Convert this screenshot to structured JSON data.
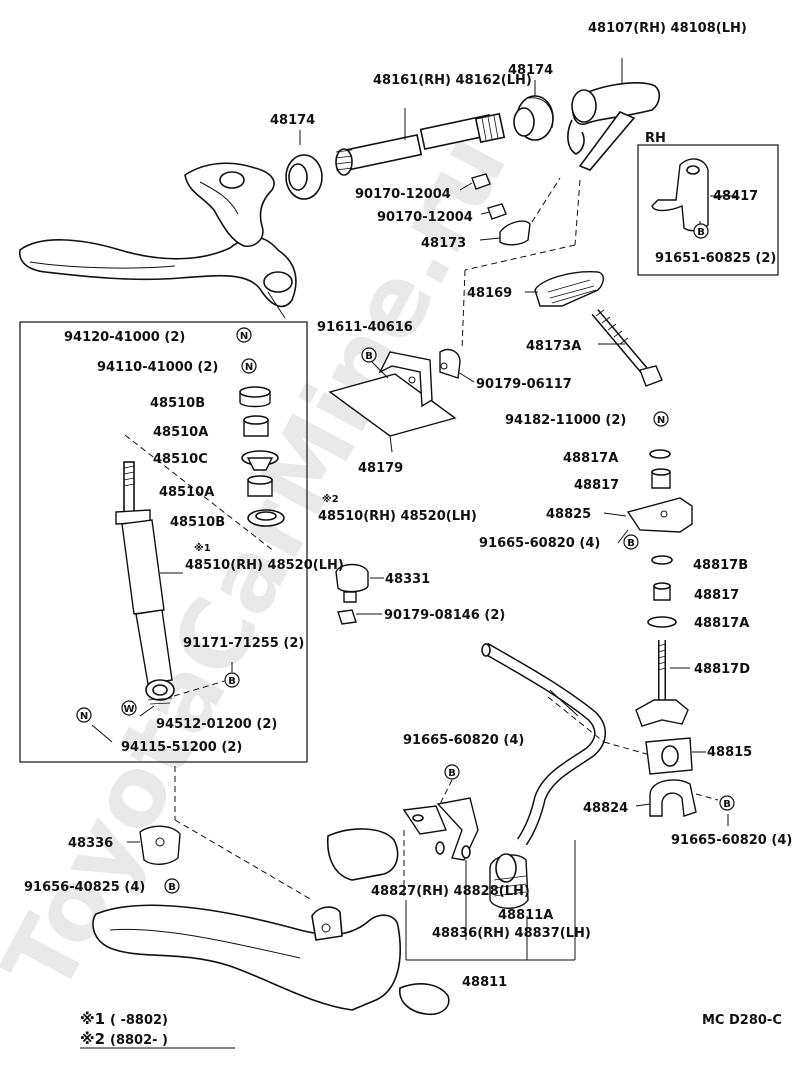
{
  "watermark": "ToyotaCarMine.ru",
  "diagram_code": "MC D280-C",
  "rh_box_title": "RH",
  "labels": {
    "p48107_48108": "48107(RH) 48108(LH)",
    "p48161_48162": "48161(RH) 48162(LH)",
    "p48174_a": "48174",
    "p48174_b": "48174",
    "p90170_a": "90170-12004",
    "p90170_b": "90170-12004",
    "p48173": "48173",
    "p48417": "48417",
    "p91651": "91651-60825 (2)",
    "p48169": "48169",
    "p48173A": "48173A",
    "p91611": "91611-40616",
    "p90179_06117": "90179-06117",
    "p94182": "94182-11000 (2)",
    "p48179": "48179",
    "p94120": "94120-41000 (2)",
    "p94110": "94110-41000 (2)",
    "p48510B_a": "48510B",
    "p48510A_a": "48510A",
    "p48510C": "48510C",
    "p48510A_b": "48510A",
    "p48510B_b": "48510B",
    "p48510_48520_a": "48510(RH) 48520(LH)",
    "p48510_48520_b": "48510(RH) 48520(LH)",
    "p48817A_a": "48817A",
    "p48817_a": "48817",
    "p48825": "48825",
    "p91665_a": "91665-60820 (4)",
    "p48817B": "48817B",
    "p48817_b": "48817",
    "p48817A_b": "48817A",
    "p48817D": "48817D",
    "p48815": "48815",
    "p48824": "48824",
    "p91665_c": "91665-60820 (4)",
    "p48331": "48331",
    "p90179_08146": "90179-08146 (2)",
    "p91171": "91171-71255 (2)",
    "p94512": "94512-01200 (2)",
    "p94115": "94115-51200 (2)",
    "p91665_b": "91665-60820 (4)",
    "p48336": "48336",
    "p91656": "91656-40825 (4)",
    "p48827_48828": "48827(RH) 48828(LH)",
    "p48836_48837": "48836(RH) 48837(LH)",
    "p48811A": "48811A",
    "p48811": "48811"
  },
  "markers": {
    "N": "N",
    "B": "B",
    "W": "W",
    "star1": "※1",
    "star2": "※2"
  },
  "footnotes": {
    "note1_mark": "※1",
    "note1_text": "(        -8802)",
    "note2_mark": "※2",
    "note2_text": "(8802-          )"
  }
}
